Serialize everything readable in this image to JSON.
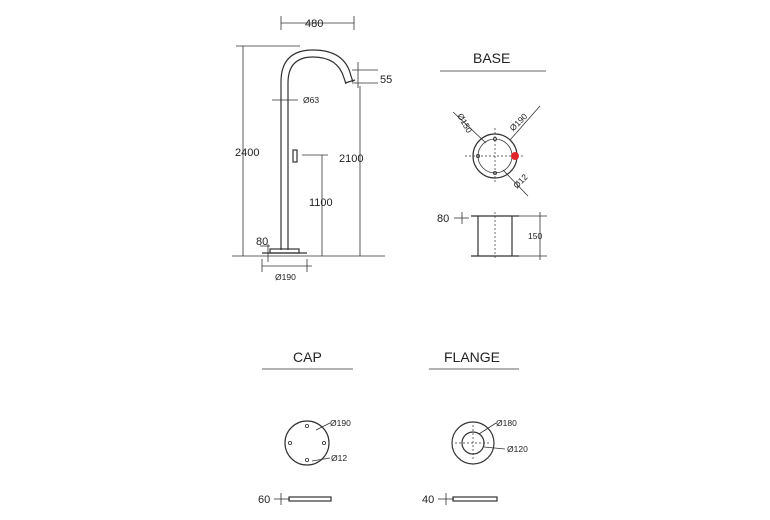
{
  "main_view": {
    "dims": {
      "width": "480",
      "outlet": "55",
      "pipe_dia": "Ø63",
      "total_height": "2400",
      "spout_height": "2100",
      "handle_height": "1100",
      "base_height": "80",
      "base_dia": "Ø190"
    }
  },
  "base_view": {
    "title": "BASE",
    "dims": {
      "inner_dia": "Ø150",
      "outer_dia": "Ø190",
      "hole_dia": "Ø12",
      "plate": "80",
      "height": "150"
    },
    "accent_color": "#e0262b"
  },
  "cap_view": {
    "title": "CAP",
    "dims": {
      "dia": "Ø190",
      "hole_dia": "Ø12",
      "thickness": "60"
    }
  },
  "flange_view": {
    "title": "FLANGE",
    "dims": {
      "outer_dia": "Ø180",
      "inner_dia": "Ø120",
      "thickness": "40"
    }
  }
}
